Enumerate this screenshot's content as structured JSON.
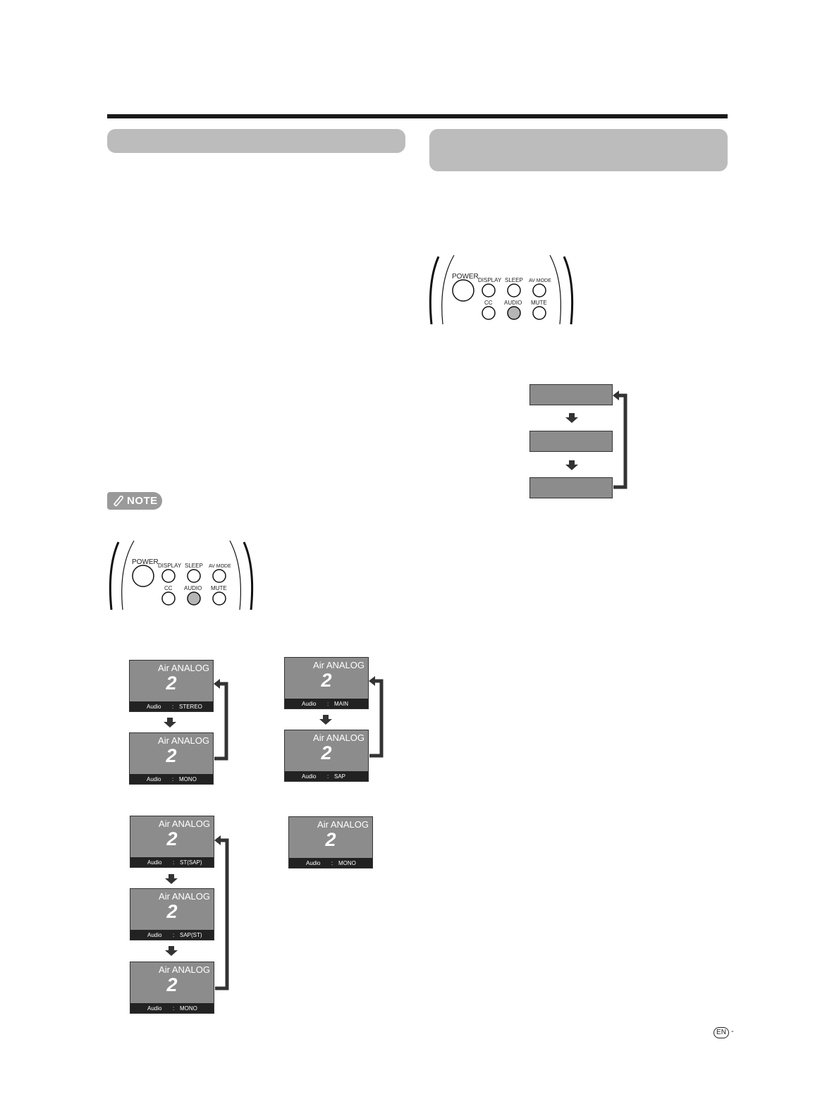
{
  "header": {
    "left_section_title": "",
    "right_section_title": ""
  },
  "note": {
    "label": "NOTE"
  },
  "remote": {
    "power": "POWER",
    "display": "DISPLAY",
    "sleep": "SLEEP",
    "av_mode": "AV MODE",
    "cc": "CC",
    "audio": "AUDIO",
    "mute": "MUTE",
    "highlighted": "AUDIO",
    "highlight_color": "#b5b5b5"
  },
  "osd": {
    "source": "Air ANALOG",
    "channel": "2",
    "audio_label": "Audio",
    "separator": ":",
    "screens": [
      {
        "mode": "STEREO"
      },
      {
        "mode": "MONO"
      },
      {
        "mode": "MAIN"
      },
      {
        "mode": "SAP"
      },
      {
        "mode": "ST(SAP)"
      },
      {
        "mode": "SAP(ST)"
      },
      {
        "mode": "MONO"
      },
      {
        "mode": "MONO"
      }
    ]
  },
  "flow_boxes": [
    "",
    "",
    ""
  ],
  "footer": {
    "lang_badge": "EN",
    "dash": "-"
  },
  "colors": {
    "rule": "#1a1a1a",
    "pill": "#bcbcbc",
    "osd_bg": "#8c8c8c",
    "osd_bar": "#222222",
    "arrow": "#333333"
  }
}
